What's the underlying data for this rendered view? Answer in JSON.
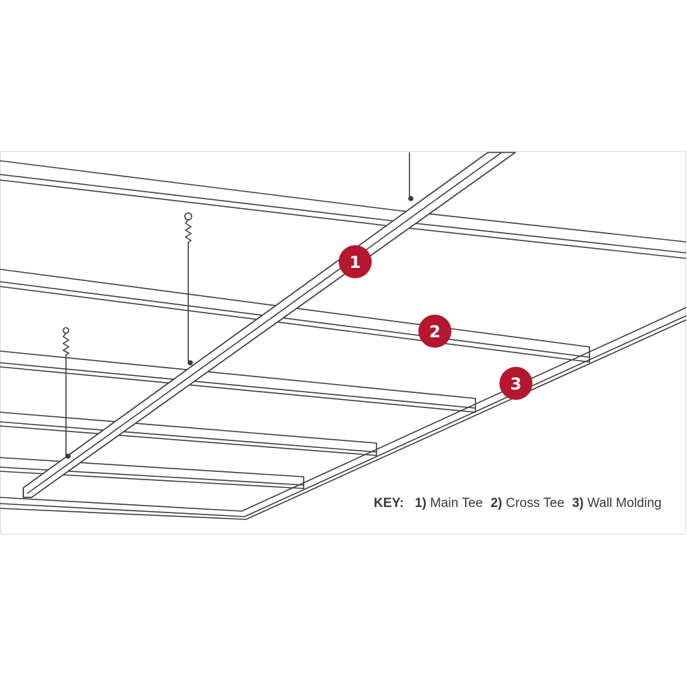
{
  "colors": {
    "marker": "#b5172f",
    "line": "#3c3c3c",
    "frame": "#d9d9d9"
  },
  "markers": [
    {
      "label": "1",
      "target": "main-tee"
    },
    {
      "label": "2",
      "target": "cross-tee"
    },
    {
      "label": "3",
      "target": "wall-molding"
    }
  ],
  "key": {
    "title": "KEY:",
    "items": [
      {
        "num": "1)",
        "text": "Main Tee"
      },
      {
        "num": "2)",
        "text": "Cross Tee"
      },
      {
        "num": "3)",
        "text": "Wall Molding"
      }
    ]
  }
}
